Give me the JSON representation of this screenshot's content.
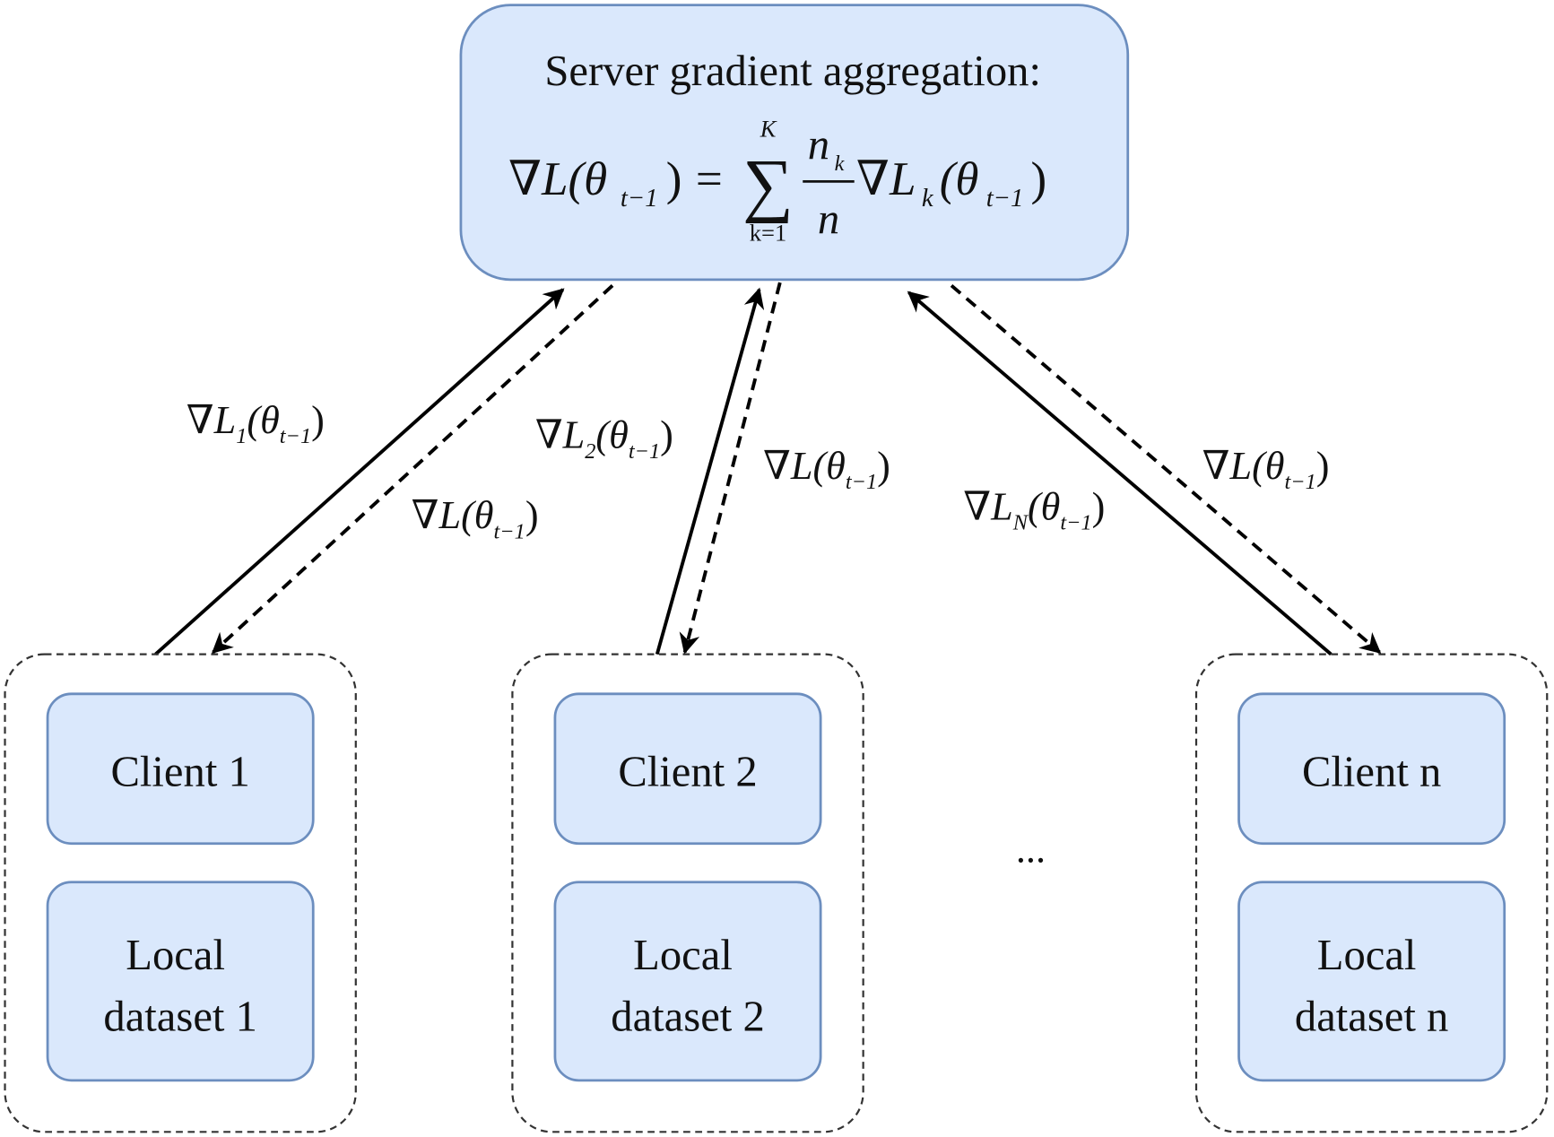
{
  "server": {
    "title": "Server gradient aggregation:",
    "formula": {
      "lhs": "∇L(θ",
      "lhs_sub": "t−1",
      "lhs_close": ")",
      "equals": "=",
      "sum": "∑",
      "sum_upper": "K",
      "sum_lower": "k=1",
      "frac_num": "n",
      "frac_num_sub": "k",
      "frac_den": "n",
      "rhs": "∇L",
      "rhs_sub": "k",
      "rhs_arg": "(θ",
      "rhs_arg_sub": "t−1",
      "rhs_close": ")"
    }
  },
  "labels": [
    {
      "main": "∇L",
      "sub": "1",
      "arg": "(θ",
      "argsub": "t−1",
      "close": ")"
    },
    {
      "main": "∇L",
      "sub": "",
      "arg": "(θ",
      "argsub": "t−1",
      "close": ")"
    },
    {
      "main": "∇L",
      "sub": "2",
      "arg": "(θ",
      "argsub": "t−1",
      "close": ")"
    },
    {
      "main": "∇L",
      "sub": "",
      "arg": "(θ",
      "argsub": "t−1",
      "close": ")"
    },
    {
      "main": "∇L",
      "sub": "N",
      "arg": "(θ",
      "argsub": "t−1",
      "close": ")"
    },
    {
      "main": "∇L",
      "sub": "",
      "arg": "(θ",
      "argsub": "t−1",
      "close": ")"
    }
  ],
  "clients": [
    {
      "client": "Client 1",
      "dataset_line1": "Local",
      "dataset_line2": "dataset 1"
    },
    {
      "client": "Client 2",
      "dataset_line1": "Local",
      "dataset_line2": "dataset 2"
    },
    {
      "client": "Client n",
      "dataset_line1": "Local",
      "dataset_line2": "dataset n"
    }
  ],
  "ellipsis": "...",
  "colors": {
    "box_fill": "#dae8fc",
    "box_stroke": "#6c8ebf"
  }
}
